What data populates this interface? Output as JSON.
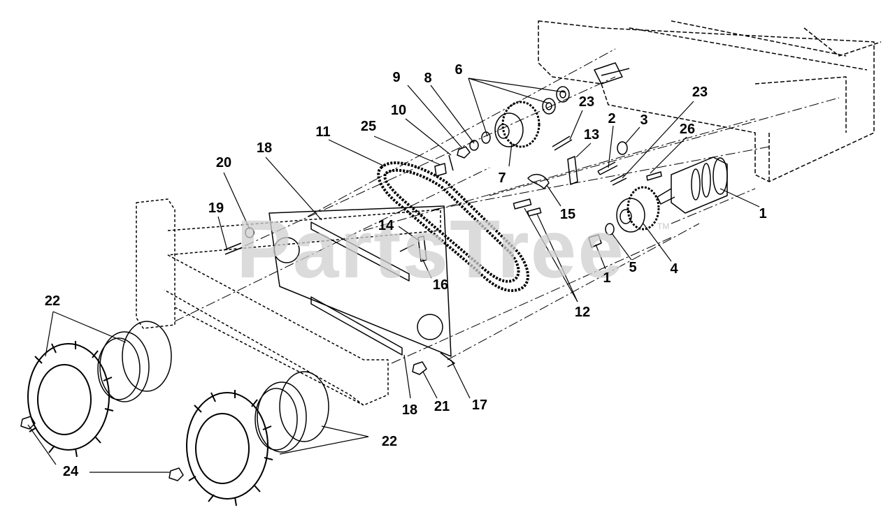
{
  "watermark": {
    "text": "PartsTree",
    "mark": "TM"
  },
  "callouts": {
    "c1a": "1",
    "c1b": "1",
    "c2": "2",
    "c3": "3",
    "c4": "4",
    "c5": "5",
    "c6": "6",
    "c7": "7",
    "c8": "8",
    "c9": "9",
    "c10": "10",
    "c11": "11",
    "c12": "12",
    "c13": "13",
    "c14": "14",
    "c15": "15",
    "c16": "16",
    "c17": "17",
    "c18a": "18",
    "c18b": "18",
    "c19": "19",
    "c20": "20",
    "c21": "21",
    "c22a": "22",
    "c22b": "22",
    "c23a": "23",
    "c23b": "23",
    "c24": "24",
    "c25": "25",
    "c26": "26"
  },
  "colors": {
    "line": "#000000",
    "watermark": "#cfcfcf",
    "background": "#ffffff"
  }
}
